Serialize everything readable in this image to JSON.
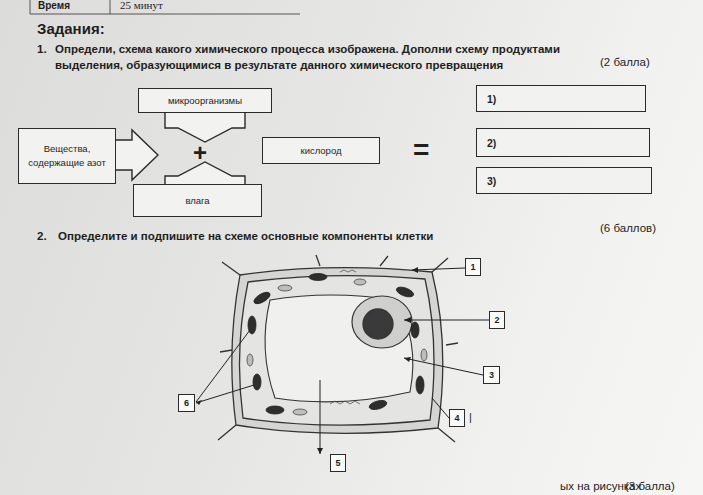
{
  "diagram": {
    "title": "Задания:",
    "nodes": [
      {
        "text": [
          "Вещества, содержащие азот"
        ]
      },
      {
        "text": [
          "микроорганизмы"
        ]
      },
      {
        "text": [
          "влага"
        ]
      },
      {
        "text": [
          "кислород"
        ]
      },
      {
        "text": [
          "1)"
        ]
      },
      {
        "text": [
          "2)"
        ]
      },
      {
        "text": [
          "3)"
        ]
      },
      {
        "text": [
          "1"
        ]
      },
      {
        "text": [
          "2"
        ]
      },
      {
        "text": [
          "3"
        ]
      },
      {
        "text": [
          "4"
        ]
      },
      {
        "text": [
          "5"
        ]
      },
      {
        "text": [
          "6"
        ]
      }
    ],
    "labels": [
      "Время",
      "25 минут",
      "1.",
      "Определи, схема какого химического процесса изображена. Дополни схему продуктами выделения, образующимися в результате данного химического превращения",
      "(2 балла)",
      "+",
      "=",
      "2.",
      "Определите и подпишите на схеме основные компоненты клетки",
      "(6 баллов)",
      "|",
      "ых на рисунках",
      "(3 балла)"
    ]
  }
}
